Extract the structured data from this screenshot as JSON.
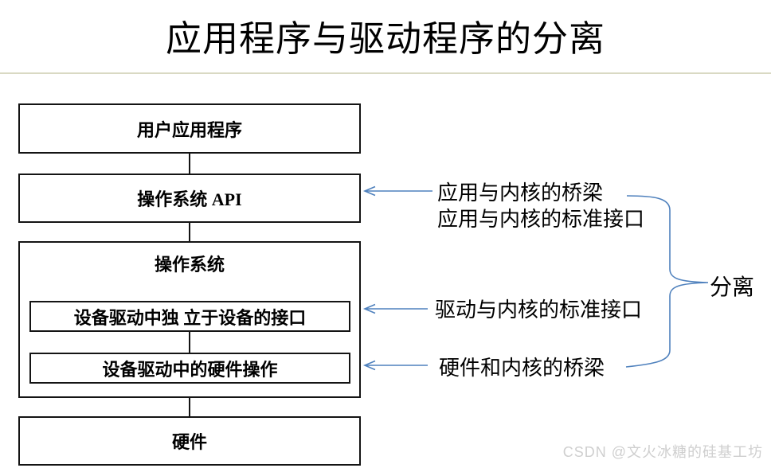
{
  "page": {
    "title": "应用程序与驱动程序的分离",
    "watermark": "CSDN @文火冰糖的硅基工坊"
  },
  "colors": {
    "accent_blue": "#4f81bd",
    "separator_khaki": "#d9d9c3",
    "box_border_black": "#141414",
    "watermark_gray": "#cfcfcf"
  },
  "diagram": {
    "boxes": [
      {
        "id": "user-app",
        "label": "用户应用程序"
      },
      {
        "id": "os-api",
        "label": "操作系统 API"
      },
      {
        "id": "os",
        "label": "操作系统"
      },
      {
        "id": "device-independent-interface",
        "label": "设备驱动中独 立于设备的接口"
      },
      {
        "id": "device-hw-ops",
        "label": "设备驱动中的硬件操作"
      },
      {
        "id": "hardware",
        "label": "硬件"
      }
    ],
    "annotations": {
      "os_api": {
        "lines": [
          "应用与内核的桥梁",
          "应用与内核的标准接口"
        ]
      },
      "driver_interface": {
        "label": "驱动与内核的标准接口"
      },
      "hw_bridge": {
        "label": "硬件和内核的桥梁"
      }
    },
    "brace_label": "分离",
    "icons": [
      "arrow-left-icon",
      "arrow-left-icon",
      "arrow-left-icon",
      "curly-brace-icon"
    ]
  }
}
